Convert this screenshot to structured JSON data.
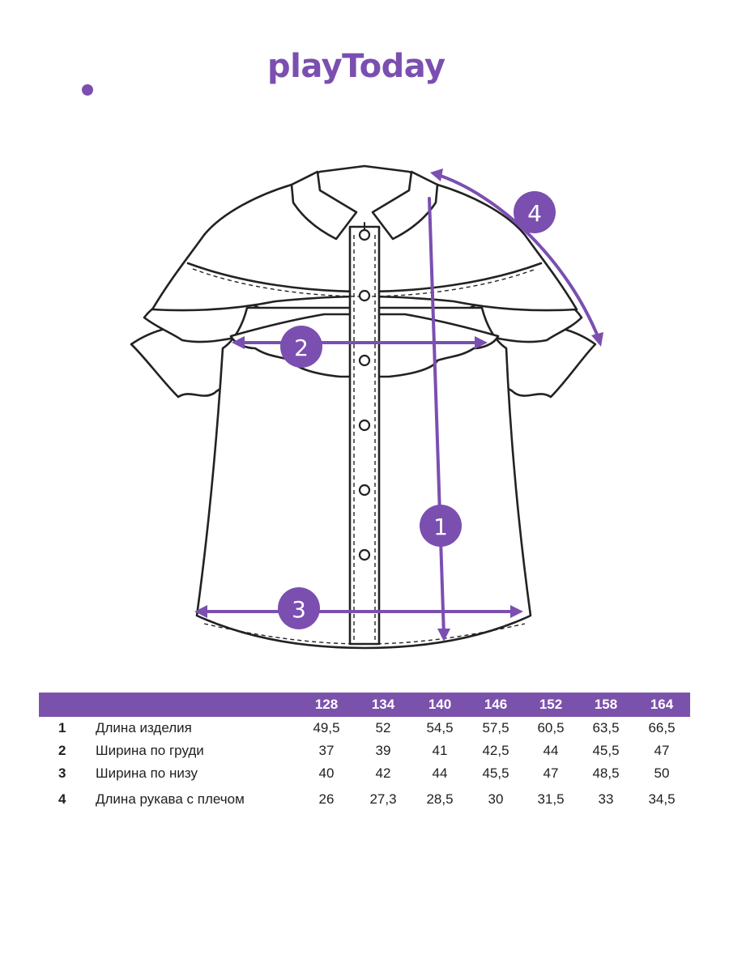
{
  "brand": {
    "logo_text": "playToday",
    "accent_color": "#7b4fb0"
  },
  "sketch": {
    "markers": [
      "1",
      "2",
      "3",
      "4"
    ],
    "line_color": "#222222",
    "measure_color": "#7b4fb0"
  },
  "table": {
    "sizes": [
      "128",
      "134",
      "140",
      "146",
      "152",
      "158",
      "164"
    ],
    "rows": [
      {
        "num": "1",
        "label": "Длина изделия",
        "values": [
          "49,5",
          "52",
          "54,5",
          "57,5",
          "60,5",
          "63,5",
          "66,5"
        ]
      },
      {
        "num": "2",
        "label": "Ширина по груди",
        "values": [
          "37",
          "39",
          "41",
          "42,5",
          "44",
          "45,5",
          "47"
        ]
      },
      {
        "num": "3",
        "label": "Ширина по низу",
        "values": [
          "40",
          "42",
          "44",
          "45,5",
          "47",
          "48,5",
          "50"
        ]
      },
      {
        "num": "4",
        "label": "Длина рукава с плечом",
        "values": [
          "26",
          "27,3",
          "28,5",
          "30",
          "31,5",
          "33",
          "34,5"
        ]
      }
    ],
    "header_color": "#7b52ab"
  }
}
